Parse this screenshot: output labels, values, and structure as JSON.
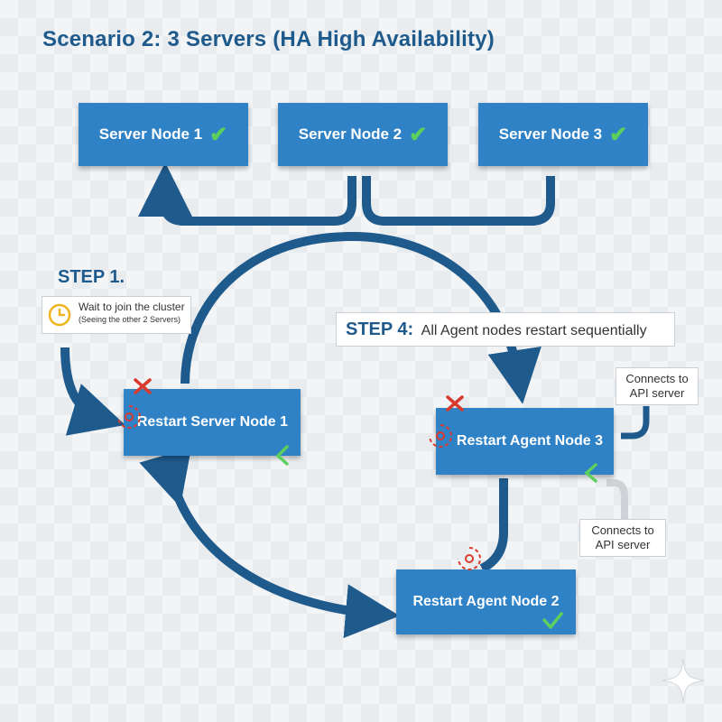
{
  "title": "Scenario 2: 3 Servers (HA High Availability)",
  "servers": [
    {
      "label": "Server Node 1"
    },
    {
      "label": "Server Node 2"
    },
    {
      "label": "Server Node 3"
    }
  ],
  "step1": {
    "label": "STEP 1.",
    "wait_text": "Wait to join the cluster",
    "wait_subtext": "(Seeing the other 2 Servers)"
  },
  "step4": {
    "label": "STEP 4:",
    "text": "All Agent nodes restart sequentially"
  },
  "restart_nodes": {
    "server1": "Restart Server Node 1",
    "agent3": "Restart Agent Node 3",
    "agent2": "Restart Agent Node 2"
  },
  "callouts": {
    "agent3_line1": "Connects to",
    "agent3_line2": "API server",
    "agent2_line1": "Connects to",
    "agent2_line2": "API server"
  },
  "icons": {
    "check": "check-icon",
    "cross": "cross-icon",
    "restart": "restart-icon",
    "clock": "clock-icon",
    "sparkle": "sparkle-icon"
  },
  "colors": {
    "node_fill": "#2f82c6",
    "arrow": "#1f5a8c",
    "check": "#5cd05c",
    "cross": "#d93a2f",
    "clock": "#f0b41e"
  }
}
